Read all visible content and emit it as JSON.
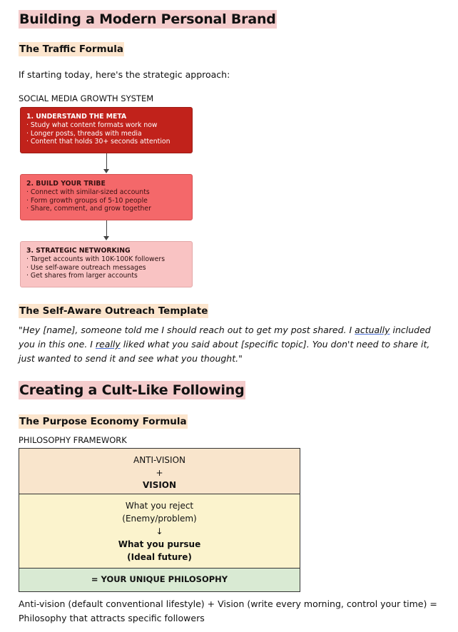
{
  "section1": {
    "title": "Building a Modern Personal Brand",
    "subtitle": "The Traffic Formula",
    "intro": "If starting today, here's the strategic approach:",
    "system_label": "SOCIAL MEDIA GROWTH SYSTEM",
    "steps": [
      {
        "title": "1. UNDERSTAND THE META",
        "bullets": [
          "· Study what content formats work now",
          "· Longer posts, threads with media",
          "· Content that holds 30+ seconds attention"
        ],
        "color": "#c1221b"
      },
      {
        "title": "2. BUILD YOUR TRIBE",
        "bullets": [
          "· Connect with similar-sized accounts",
          "· Form growth groups of 5-10 people",
          "· Share, comment, and grow together"
        ],
        "color": "#f4686a"
      },
      {
        "title": "3. STRATEGIC NETWORKING",
        "bullets": [
          "· Target accounts with 10K-100K followers",
          "· Use self-aware outreach messages",
          "· Get shares from larger accounts"
        ],
        "color": "#f9c3c3"
      }
    ],
    "outreach_title": "The Self-Aware Outreach Template",
    "quote": {
      "part1": "\"Hey [name], someone told me I should reach out to get my post shared. I ",
      "u1": "actually",
      "part2": " included",
      "line2a": "you in this one. I ",
      "u2": "really",
      "line2b": " liked what you said about [specific topic]. You don't need to share it,",
      "line3": "just wanted to send it and see what you thought.\""
    }
  },
  "section2": {
    "title": "Creating a Cult-Like Following",
    "subtitle": "The Purpose Economy Formula",
    "framework_label": "PHILOSOPHY FRAMEWORK",
    "table": {
      "r1": {
        "line1": "ANTI-VISION",
        "line2": "+",
        "line3": "VISION"
      },
      "r2": {
        "line1": "What you reject",
        "line2": "(Enemy/problem)",
        "line3": "↓",
        "line4": "What you pursue",
        "line5": "(Ideal future)"
      },
      "r3": "= YOUR UNIQUE PHILOSOPHY"
    },
    "summary_line1": "Anti-vision (default conventional lifestyle) + Vision (write every morning, control your time) =",
    "summary_line2": "Philosophy that attracts specific followers"
  }
}
